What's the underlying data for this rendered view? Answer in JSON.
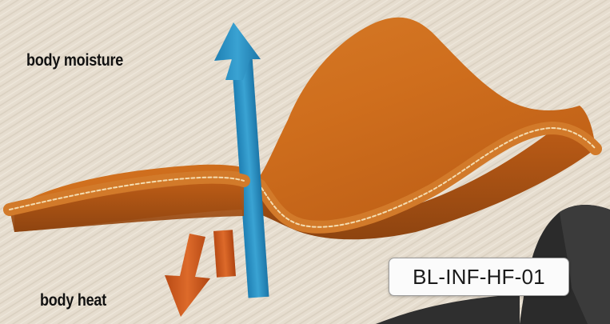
{
  "labels": {
    "moisture": "body moisture",
    "heat": "body heat"
  },
  "product_code": "BL-INF-HF-01",
  "colors": {
    "background": "#e6ddcf",
    "fabric": "#c8641a",
    "moisture_arrow": "#2a8fc0",
    "heat_arrow": "#c9561c",
    "garment": "#2b2b2b"
  },
  "icons": {
    "moisture": "arrow-up-icon",
    "heat": "arrow-down-icon"
  }
}
